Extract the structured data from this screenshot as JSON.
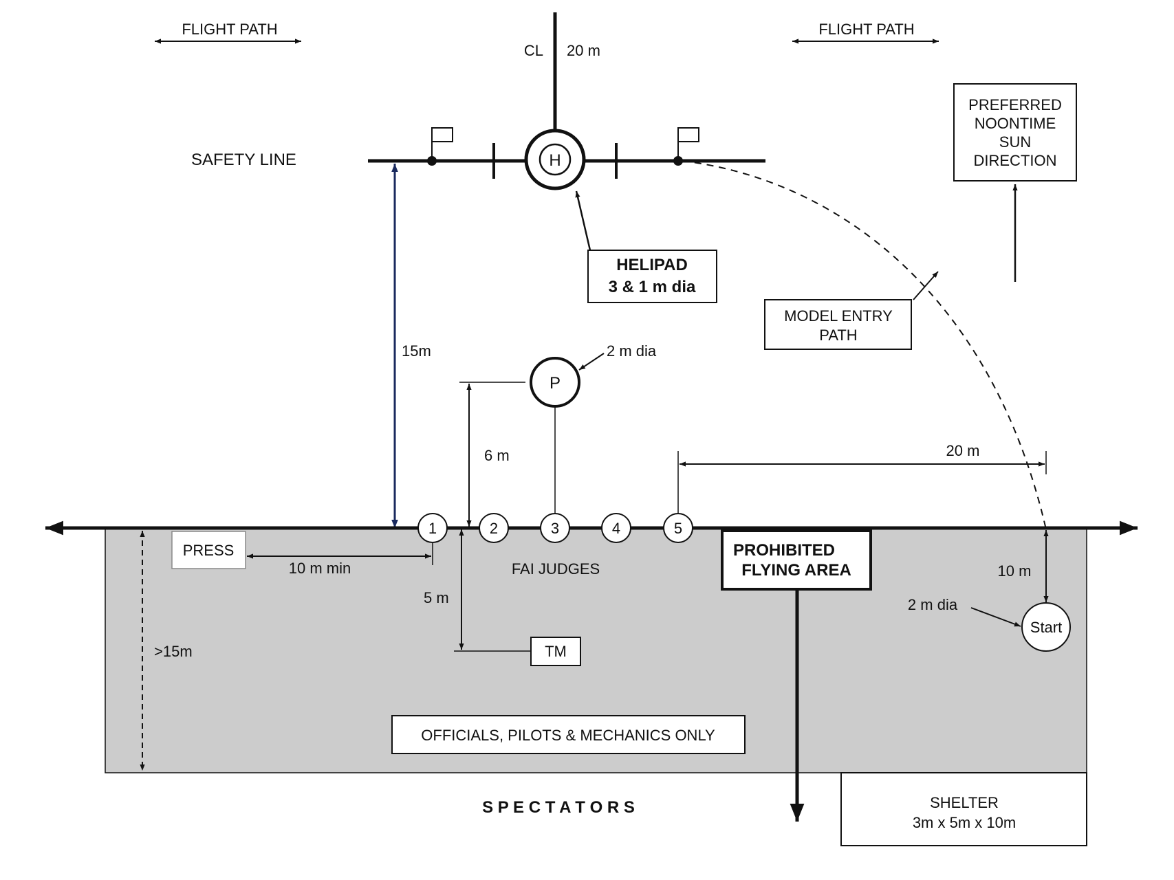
{
  "labels": {
    "flight_path_left": "FLIGHT PATH",
    "flight_path_right": "FLIGHT PATH",
    "cl": "CL",
    "cl_distance": "20 m",
    "safety_line": "SAFETY LINE",
    "helipad_marker": "H",
    "helipad_title": "HELIPAD",
    "helipad_size": "3 & 1 m dia",
    "preferred_sun": [
      "PREFERRED",
      "NOONTIME",
      "SUN",
      "DIRECTION"
    ],
    "model_entry_path": [
      "MODEL ENTRY",
      "PATH"
    ],
    "safety_distance": "15m",
    "pilot_marker": "P",
    "pilot_size": "2 m dia",
    "pilot_distance": "6 m",
    "start_offset": "20 m",
    "judges": [
      "1",
      "2",
      "3",
      "4",
      "5"
    ],
    "press": "PRESS",
    "press_distance": "10 m min",
    "fai_judges": "FAI JUDGES",
    "tm_distance": "5 m",
    "tm": "TM",
    "prohibited": [
      "PROHIBITED",
      "FLYING AREA"
    ],
    "start_distance": "10 m",
    "start_size": "2 m dia",
    "start": "Start",
    "area_depth": ">15m",
    "officials": "OFFICIALS, PILOTS & MECHANICS ONLY",
    "spectators": "S P E C T A T O R S",
    "shelter_title": "SHELTER",
    "shelter_size": "3m x 5m x 10m"
  },
  "colors": {
    "line": "#111111",
    "zone_fill": "#cccccc",
    "safety_distance_arrow": "#1a2a5e"
  }
}
